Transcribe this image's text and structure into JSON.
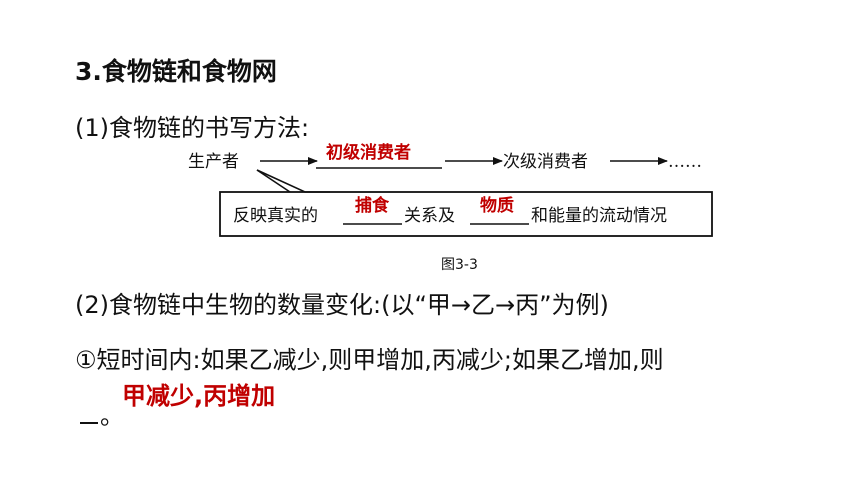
{
  "heading": "3.食物链和食物网",
  "method_title": "(1)食物链的书写方法:",
  "diagram": {
    "producer": "生产者",
    "primary_consumer": "初级消费者",
    "secondary_consumer": "次级消费者",
    "ellipsis": "……",
    "box_part1": "反映真实的",
    "answer1": "捕食",
    "box_part2": "关系及",
    "answer2": "物质",
    "box_part3": "和能量的流动情况"
  },
  "figure_caption": "图3-3",
  "change_title": "(2)食物链中生物的数量变化:(以“甲→乙→丙”为例)",
  "short_term": "①短时间内:如果乙减少,则甲增加,丙减少;如果乙增加,则",
  "short_term_answer": "甲减少,丙增加",
  "end_mark": "。",
  "colors": {
    "answer": "#c00000",
    "text": "#111111"
  }
}
